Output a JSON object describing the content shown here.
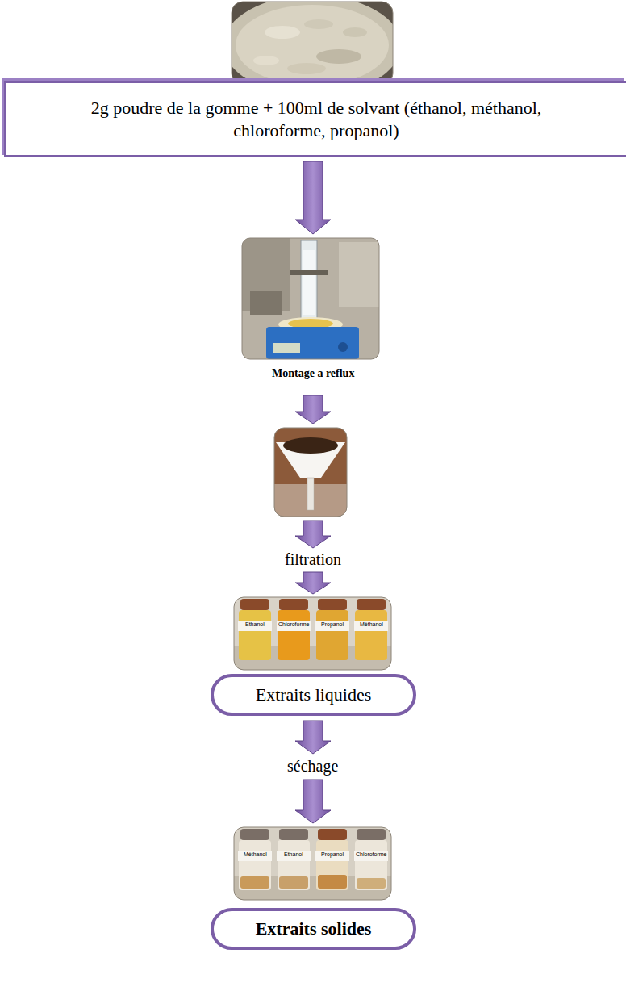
{
  "diagram": {
    "nodes": [
      {
        "text": [
          "2g poudre de la gomme + 100ml de solvant (éthanol, méthanol, chloroforme, propanol)"
        ]
      },
      {
        "text": [
          "Extraits liquides"
        ]
      },
      {
        "text": [
          "Extraits solides"
        ]
      }
    ],
    "labels": [
      "Montage a reflux",
      "filtration",
      "Ethanol",
      "Chloroforme",
      "Propanol",
      "Méthanol",
      "séchage",
      "Méthanol",
      "Ethanol",
      "Propanol",
      "Chloroforme"
    ]
  }
}
